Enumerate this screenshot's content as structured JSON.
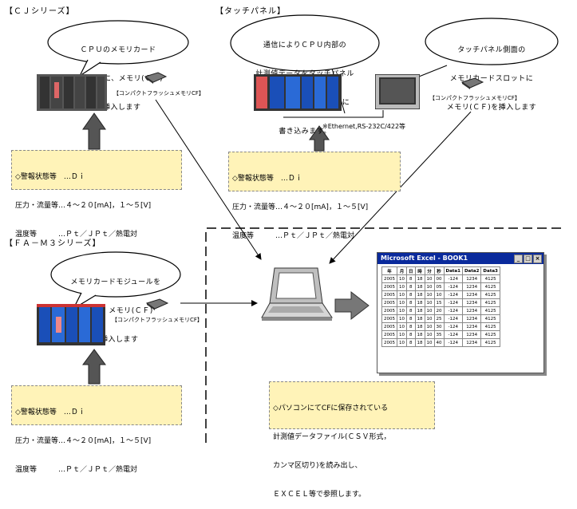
{
  "cj": {
    "title": "【ＣＪシリーズ】",
    "bubble": [
      "ＣＰＵのメモリカード",
      "スロットに、メモリ(ＣＦ)",
      "を挿入します"
    ],
    "cf_label": "【コンパクトフラッシュメモリCF】",
    "note": [
      "◇警報状態等　…Ｄｉ",
      "圧力・流量等…４～２０[mA]，１～５[V]",
      "温度等　　　…Ｐｔ／ＪＰｔ／熱電対"
    ]
  },
  "touch": {
    "title": "【タッチパネル】",
    "bubble1": [
      "通信によりＣＰＵ内部の",
      "計測値データをタッチパネル",
      "で収集し、メモリ(ＣＦ)に",
      "書き込みます。"
    ],
    "bubble2": [
      "タッチパネル側面の",
      "メモリカードスロットに",
      "メモリ(ＣＦ)を挿入します"
    ],
    "cf_label": "【コンパクトフラッシュメモリCF】",
    "comm_note": "※Ethernet,RS-232C/422等",
    "note": [
      "◇警報状態等　…Ｄｉ",
      "圧力・流量等…４～２０[mA]，１～５[V]",
      "温度等　　　…Ｐｔ／ＪＰｔ／熱電対"
    ]
  },
  "fa": {
    "title": "【ＦＡ－Ｍ３シリーズ】",
    "bubble": [
      "メモリカードモジュールを",
      "装着し、メモリ(ＣＦ)",
      "を挿入します"
    ],
    "cf_label": "【コンパクトフラッシュメモリCF】",
    "note": [
      "◇警報状態等　…Ｄｉ",
      "圧力・流量等…４～２０[mA]，１～５[V]",
      "温度等　　　…Ｐｔ／ＪＰｔ／熱電対"
    ]
  },
  "pc": {
    "note": [
      "◇パソコンにてCFに保存されている",
      "計測値データファイル(ＣＳＶ形式，",
      "カンマ区切り)を読み出し、",
      "ＥＸＣＥＬ等で参照します。"
    ]
  },
  "excel": {
    "title": "Microsoft Excel - BOOK1",
    "buttons": [
      "_",
      "□",
      "×"
    ],
    "headers": [
      "年",
      "月",
      "日",
      "時",
      "分",
      "秒",
      "Data1",
      "Data2",
      "Data3"
    ],
    "rows": [
      [
        "2005",
        "10",
        "8",
        "18",
        "10",
        "00",
        "-124",
        "1234",
        "4125"
      ],
      [
        "2005",
        "10",
        "8",
        "18",
        "10",
        "05",
        "-124",
        "1234",
        "4125"
      ],
      [
        "2005",
        "10",
        "8",
        "18",
        "10",
        "10",
        "-124",
        "1234",
        "4125"
      ],
      [
        "2005",
        "10",
        "8",
        "18",
        "10",
        "15",
        "-124",
        "1234",
        "4125"
      ],
      [
        "2005",
        "10",
        "8",
        "18",
        "10",
        "20",
        "-124",
        "1234",
        "4125"
      ],
      [
        "2005",
        "10",
        "8",
        "18",
        "10",
        "25",
        "-124",
        "1234",
        "4125"
      ],
      [
        "2005",
        "10",
        "8",
        "18",
        "10",
        "30",
        "-124",
        "1234",
        "4125"
      ],
      [
        "2005",
        "10",
        "8",
        "18",
        "10",
        "35",
        "-124",
        "1234",
        "4125"
      ],
      [
        "2005",
        "10",
        "8",
        "18",
        "10",
        "40",
        "-124",
        "1234",
        "4125"
      ]
    ]
  }
}
